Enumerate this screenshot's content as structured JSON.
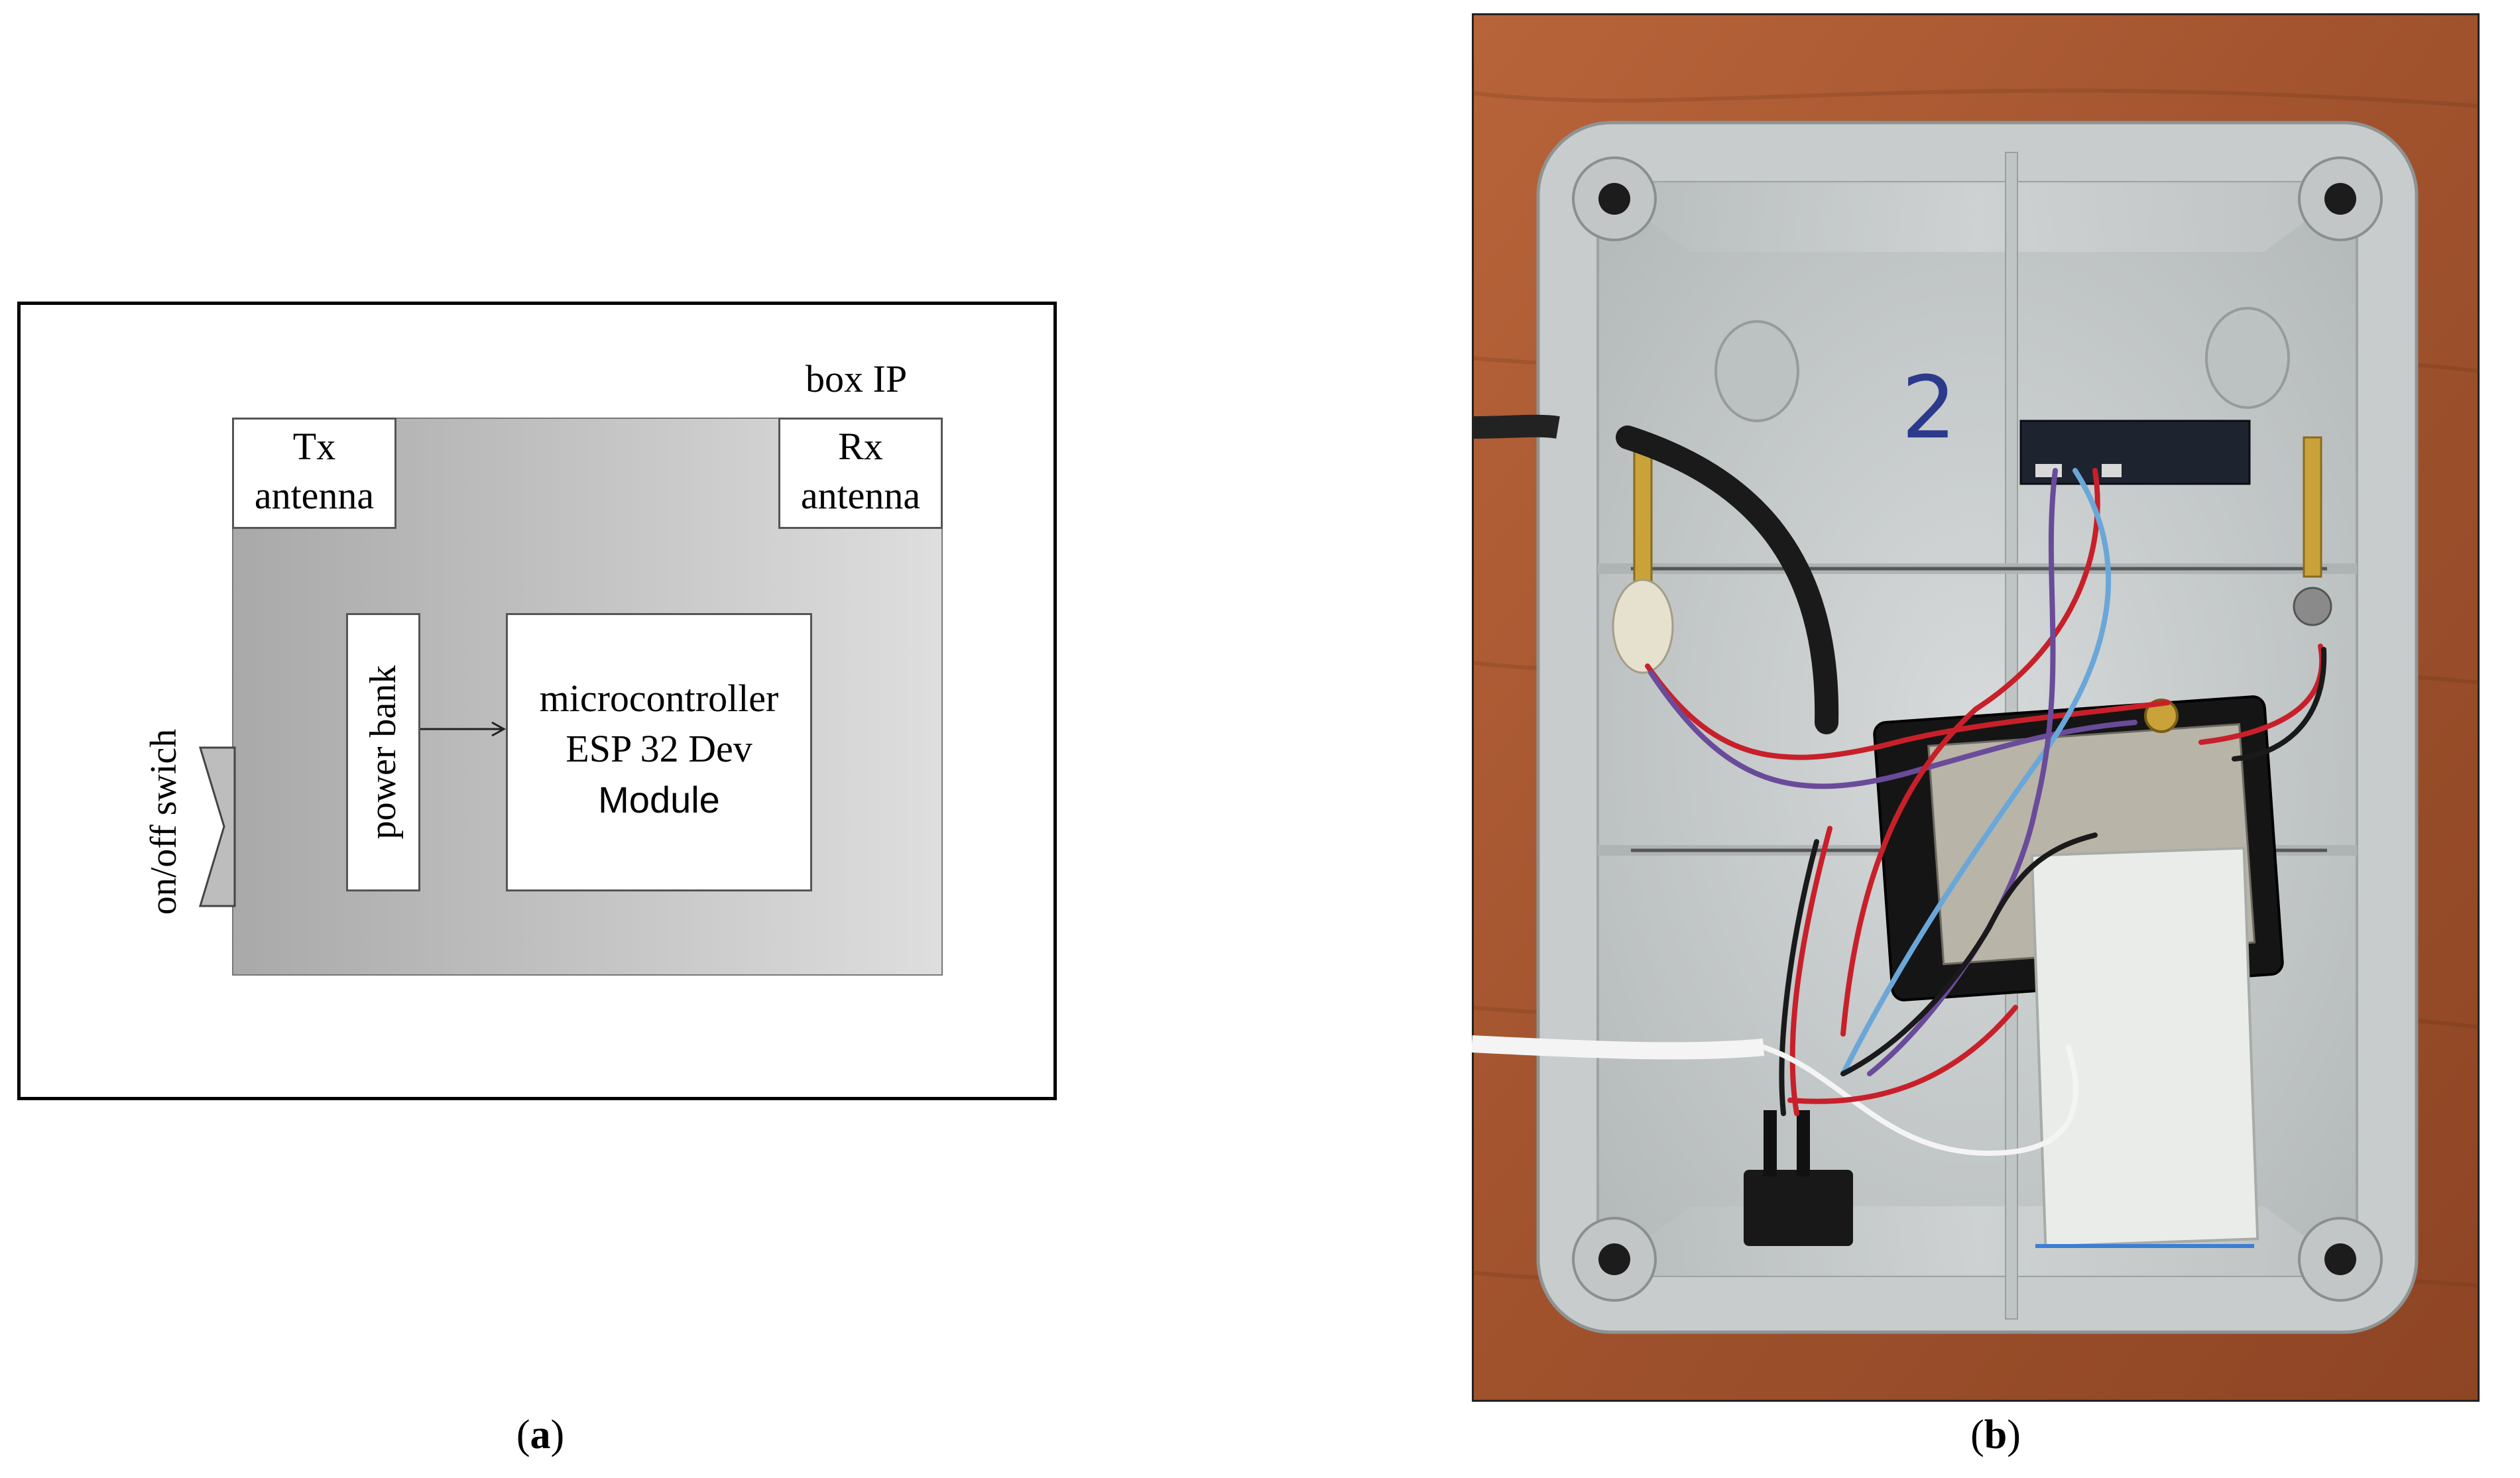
{
  "panel_a": {
    "box_label": "box IP",
    "tx_antenna": [
      "Tx",
      "antenna"
    ],
    "rx_antenna": [
      "Rx",
      "antenna"
    ],
    "power_bank": "power bank",
    "microcontroller": [
      "microcontroller",
      "ESP 32 Dev",
      "Module"
    ],
    "switch_label": "on/off swich",
    "caption_letter": "a"
  },
  "panel_b": {
    "handwritten_number": "2",
    "caption_letter": "b"
  },
  "colors": {
    "grey_region": "#b8b8b8",
    "enclosure": "#c9cdcd",
    "table_wood": "#a4532c",
    "wire_red": "#c8202a",
    "wire_black": "#1a1a1a",
    "wire_purple": "#6a4b9a",
    "wire_white": "#f4f4f4",
    "wire_blue": "#6aa7d8"
  }
}
